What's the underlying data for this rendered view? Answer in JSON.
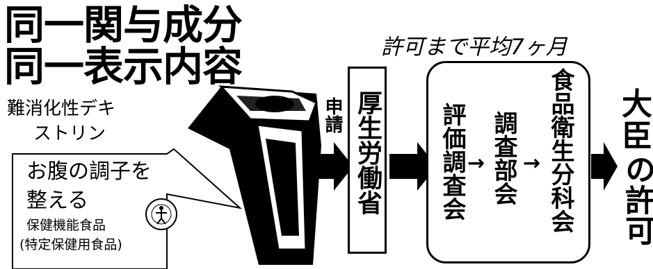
{
  "title": {
    "line1": "同一関与成分",
    "line2": "同一表示内容"
  },
  "ingredient": {
    "line1": "難消化性デキ",
    "line2": "ストリン"
  },
  "callout": {
    "line1": "お腹の調子を",
    "line2": "整える",
    "line3": "保健機能食品",
    "line4": "(特定保健用食品)"
  },
  "apply_label": "申請",
  "ministry": "厚生労働省",
  "period": "許可まで平均7ヶ月",
  "review": {
    "step1": "評価調査会",
    "arrow": "→",
    "step2": "調査部会",
    "step3": "食品衛生分科会"
  },
  "permit": {
    "line1": "大臣",
    "line2": "の許可"
  },
  "colors": {
    "ink": "#000000",
    "paper": "#ffffff"
  },
  "icons": [
    "product-package-icon",
    "specified-health-food-mark-icon",
    "flow-arrow-icon"
  ]
}
